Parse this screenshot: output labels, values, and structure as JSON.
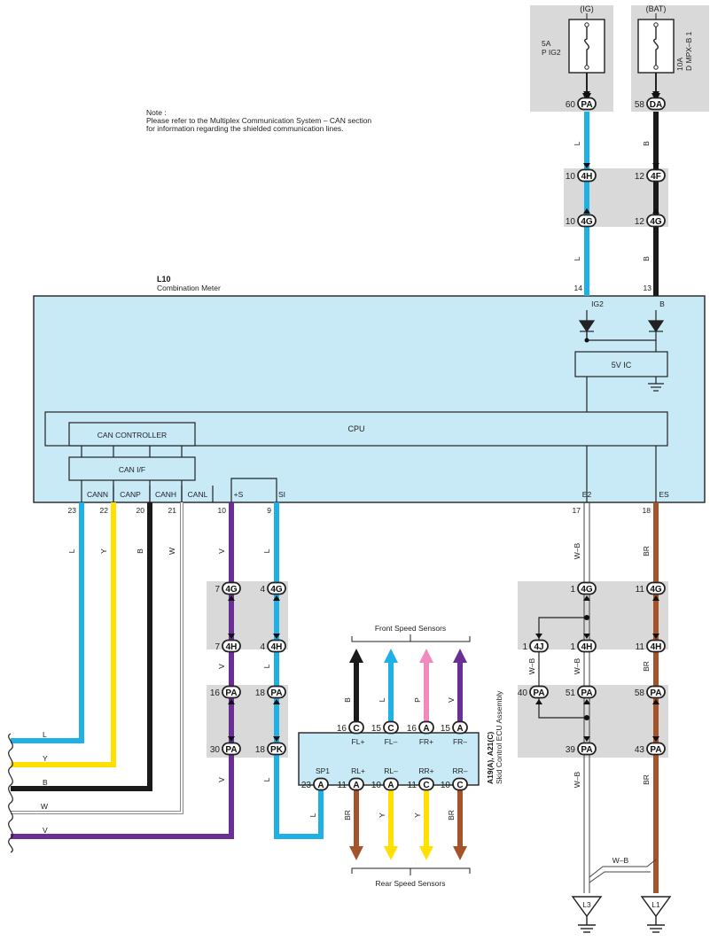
{
  "note": {
    "heading": "Note :",
    "line1": "Please refer to the Multiplex Communication System – CAN section",
    "line2": "for information regarding the shielded communication lines."
  },
  "power": {
    "ig_label": "(IG)",
    "bat_label": "(BAT)",
    "fuse_ig_rating": "5A",
    "fuse_ig_name": "P IG2",
    "fuse_bat_rating": "10A",
    "fuse_bat_name": "D MPX–B 1"
  },
  "meter": {
    "id": "L10",
    "name": "Combination Meter",
    "ig2_pin": "IG2",
    "b_pin": "B",
    "regulator": "5V IC",
    "cpu": "CPU",
    "can_controller": "CAN CONTROLLER",
    "can_if": "CAN I/F",
    "pins": [
      "CANN",
      "CANP",
      "CANH",
      "CANL",
      "+S",
      "SI",
      "E2",
      "ES"
    ],
    "pin_numbers": [
      "23",
      "22",
      "20",
      "21",
      "10",
      "9",
      "17",
      "18",
      "14",
      "13"
    ]
  },
  "connectors": [
    "PA",
    "DA",
    "4H",
    "4F",
    "4G",
    "4J",
    "PK",
    "C",
    "A",
    "L3",
    "L1"
  ],
  "connector_pins": [
    "60",
    "58",
    "10",
    "12",
    "7",
    "4",
    "1",
    "11",
    "51",
    "40",
    "39",
    "43",
    "30",
    "18",
    "16",
    "15",
    "23"
  ],
  "wire_colors": [
    "L",
    "B",
    "Y",
    "W",
    "V",
    "BR",
    "W–B",
    "P"
  ],
  "ecu": {
    "id": "A19(A), A21(C)",
    "name": "Skid Control ECU Assembly",
    "pins": [
      "FL+",
      "FL–",
      "FR+",
      "FR–",
      "SP1",
      "RL+",
      "RL–",
      "RR+",
      "RR–"
    ]
  },
  "sensors": {
    "front": "Front Speed Sensors",
    "rear": "Rear Speed Sensors"
  },
  "grounds": [
    "L3",
    "L1"
  ],
  "colors": {
    "L": "#1fb0e6",
    "Y": "#ffe000",
    "B": "#1a1a1a",
    "V": "#6a2f95",
    "BR": "#a5532a",
    "P": "#f28bbd",
    "meter_fill": "#c8e9f6",
    "junction_fill": "#d9d9d9"
  }
}
